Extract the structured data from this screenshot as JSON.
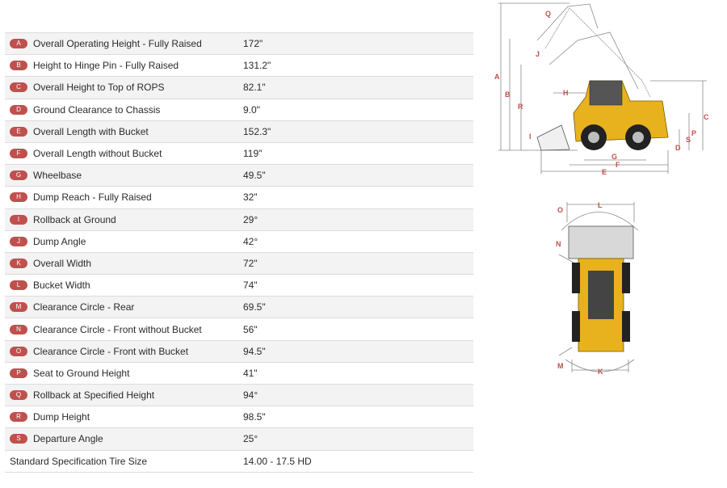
{
  "specs": [
    {
      "letter": "A",
      "label": "Overall Operating Height - Fully Raised",
      "value": "172\""
    },
    {
      "letter": "B",
      "label": "Height to Hinge Pin - Fully Raised",
      "value": "131.2\""
    },
    {
      "letter": "C",
      "label": "Overall Height to Top of ROPS",
      "value": "82.1\""
    },
    {
      "letter": "D",
      "label": "Ground Clearance to Chassis",
      "value": "9.0\""
    },
    {
      "letter": "E",
      "label": "Overall Length with Bucket",
      "value": "152.3\""
    },
    {
      "letter": "F",
      "label": "Overall Length without Bucket",
      "value": "119\""
    },
    {
      "letter": "G",
      "label": "Wheelbase",
      "value": "49.5\""
    },
    {
      "letter": "H",
      "label": "Dump Reach - Fully Raised",
      "value": "32\""
    },
    {
      "letter": "I",
      "label": "Rollback at Ground",
      "value": "29°"
    },
    {
      "letter": "J",
      "label": "Dump Angle",
      "value": "42°"
    },
    {
      "letter": "K",
      "label": "Overall Width",
      "value": "72\""
    },
    {
      "letter": "L",
      "label": "Bucket Width",
      "value": "74\""
    },
    {
      "letter": "M",
      "label": "Clearance Circle - Rear",
      "value": "69.5\""
    },
    {
      "letter": "N",
      "label": "Clearance Circle - Front without Bucket",
      "value": "56\""
    },
    {
      "letter": "O",
      "label": "Clearance Circle - Front with Bucket",
      "value": "94.5\""
    },
    {
      "letter": "P",
      "label": "Seat to Ground Height",
      "value": "41\""
    },
    {
      "letter": "Q",
      "label": "Rollback at Specified Height",
      "value": "94°"
    },
    {
      "letter": "R",
      "label": "Dump Height",
      "value": "98.5\""
    },
    {
      "letter": "S",
      "label": "Departure Angle",
      "value": "25°"
    },
    {
      "letter": "",
      "label": "Standard Specification Tire Size",
      "value": "14.00 - 17.5 HD"
    }
  ],
  "side_diagram_letters": [
    "Q",
    "J",
    "A",
    "B",
    "R",
    "H",
    "C",
    "P",
    "S",
    "D",
    "I",
    "G",
    "F",
    "E"
  ],
  "top_diagram_letters": [
    "O",
    "L",
    "N",
    "M",
    "K"
  ],
  "colors": {
    "badge": "#c0504d",
    "machine": "#e8b21e",
    "dim": "#7a7a7a"
  }
}
